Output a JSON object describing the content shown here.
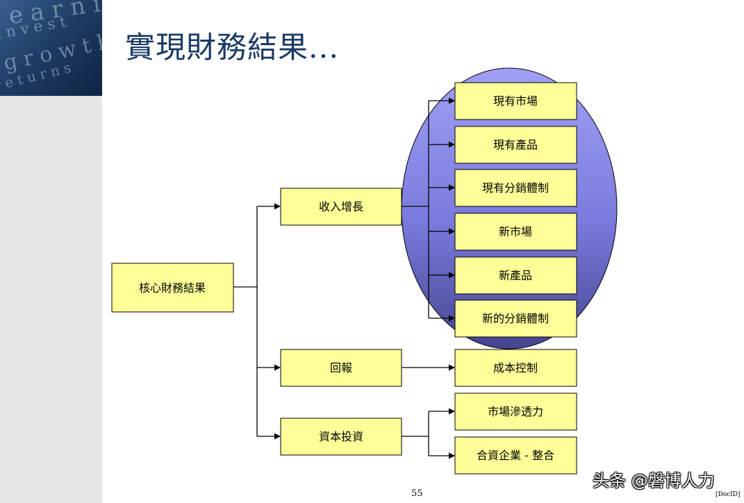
{
  "slide": {
    "title": "實現財務結果...",
    "page_number": "55",
    "doc_id": "[DocID]",
    "watermark": "头条 @磐博人力"
  },
  "colors": {
    "node_fill": "#ffff99",
    "ellipse_fill_top": "#9a9af2",
    "ellipse_fill_bottom": "#4d4d9a",
    "title": "#1a3a66",
    "line": "#000000"
  },
  "diagram": {
    "root": "核心財務結果",
    "level1": [
      "收入增長",
      "回報",
      "資本投資"
    ],
    "revenue_children": [
      "現有市場",
      "現有產品",
      "現有分銷體制",
      "新市場",
      "新產品",
      "新的分銷體制"
    ],
    "return_children": [
      "成本控制"
    ],
    "investment_children": [
      "市場滲透力",
      "合資企業 - 整合"
    ]
  }
}
